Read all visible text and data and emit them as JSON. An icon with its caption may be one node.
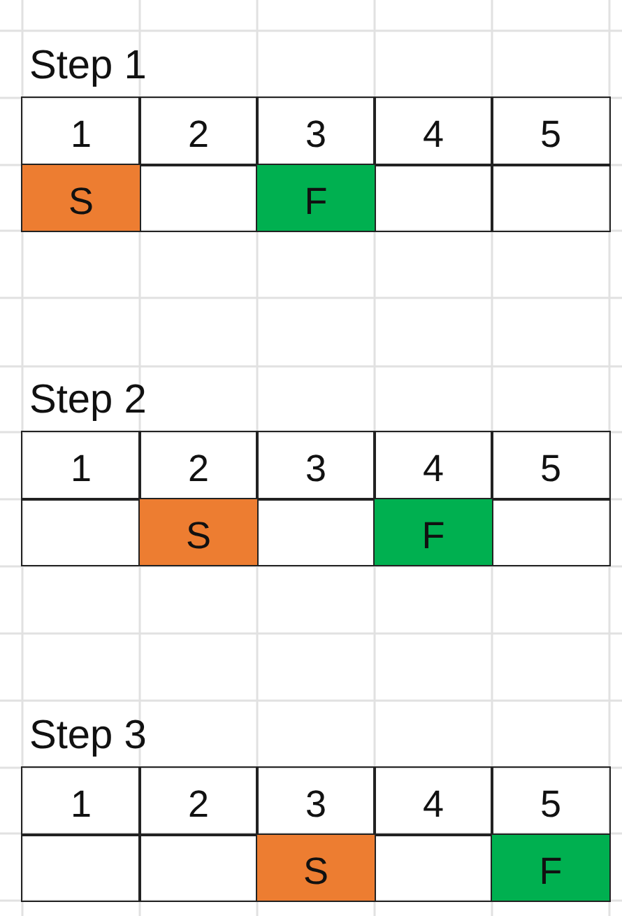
{
  "diagram": {
    "labels": [
      "Step 1",
      "1",
      "2",
      "3",
      "4",
      "5",
      "S",
      "F",
      "Step 2",
      "1",
      "2",
      "3",
      "4",
      "5",
      "S",
      "F",
      "Step 3",
      "1",
      "2",
      "3",
      "4",
      "5",
      "S",
      "F"
    ]
  }
}
